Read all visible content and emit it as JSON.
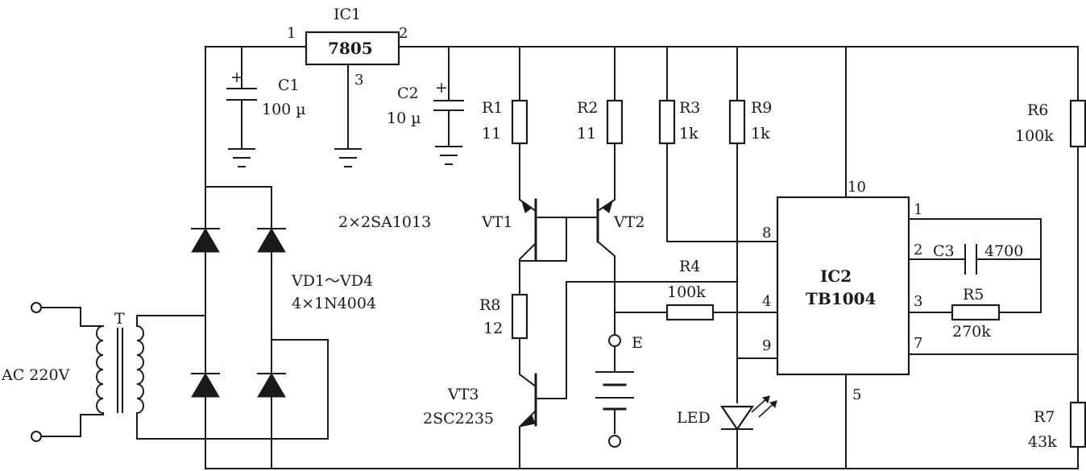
{
  "ic1": {
    "ref": "IC1",
    "part": "7805",
    "pins": [
      "1",
      "2",
      "3"
    ]
  },
  "c1": {
    "ref": "C1",
    "value": "100 µ",
    "polarity": "+"
  },
  "c2": {
    "ref": "C2",
    "value": "10 µ",
    "polarity": "+"
  },
  "r1": {
    "ref": "R1",
    "value": "11"
  },
  "r2": {
    "ref": "R2",
    "value": "11"
  },
  "r3": {
    "ref": "R3",
    "value": "1k"
  },
  "r9": {
    "ref": "R9",
    "value": "1k"
  },
  "r4": {
    "ref": "R4",
    "value": "100k"
  },
  "r5": {
    "ref": "R5",
    "value": "270k"
  },
  "r6": {
    "ref": "R6",
    "value": "100k"
  },
  "r7": {
    "ref": "R7",
    "value": "43k"
  },
  "r8": {
    "ref": "R8",
    "value": "12"
  },
  "c3": {
    "ref": "C3",
    "value": "4700"
  },
  "vt1": {
    "ref": "VT1"
  },
  "vt2": {
    "ref": "VT2"
  },
  "vt12": {
    "note": "2×2SA1013"
  },
  "vt3": {
    "ref": "VT3",
    "part": "2SC2235"
  },
  "bridge": {
    "ref": "VD1～VD4",
    "part": "4×1N4004"
  },
  "transformer": {
    "ref": "T"
  },
  "source": {
    "label": "AC 220V"
  },
  "battery": {
    "ref": "E"
  },
  "led": {
    "ref": "LED"
  },
  "ic2": {
    "ref": "IC2",
    "part": "TB1004",
    "pins": {
      "p10": "10",
      "p8": "8",
      "p4": "4",
      "p9": "9",
      "p5": "5",
      "p1": "1",
      "p2": "2",
      "p3": "3",
      "p7": "7"
    }
  }
}
